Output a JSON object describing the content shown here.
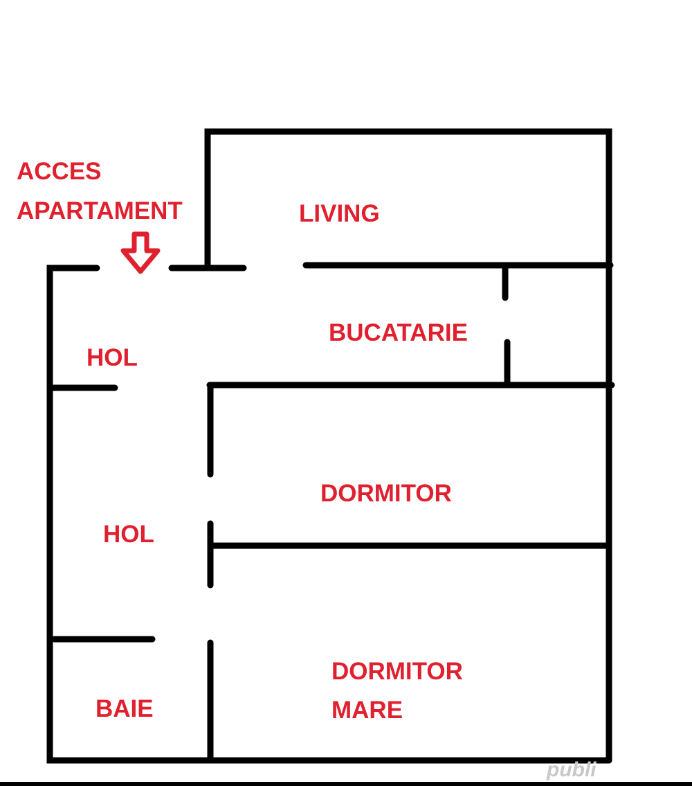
{
  "diagram": {
    "type": "floor-plan",
    "colors": {
      "walls": "#000000",
      "labels": "#e0202e",
      "background": "#ffffff"
    },
    "entrance": {
      "label_line1": "ACCES",
      "label_line2": "APARTAMENT",
      "icon": "arrow-down-icon"
    },
    "rooms": [
      {
        "id": "living",
        "label": "LIVING"
      },
      {
        "id": "bucatarie",
        "label": "BUCATARIE"
      },
      {
        "id": "hol-1",
        "label": "HOL"
      },
      {
        "id": "dormitor",
        "label": "DORMITOR"
      },
      {
        "id": "hol-2",
        "label": "HOL"
      },
      {
        "id": "dormitor-mare",
        "label_line1": "DORMITOR",
        "label_line2": "MARE"
      },
      {
        "id": "baie",
        "label": "BAIE"
      }
    ],
    "watermark": "publi"
  }
}
